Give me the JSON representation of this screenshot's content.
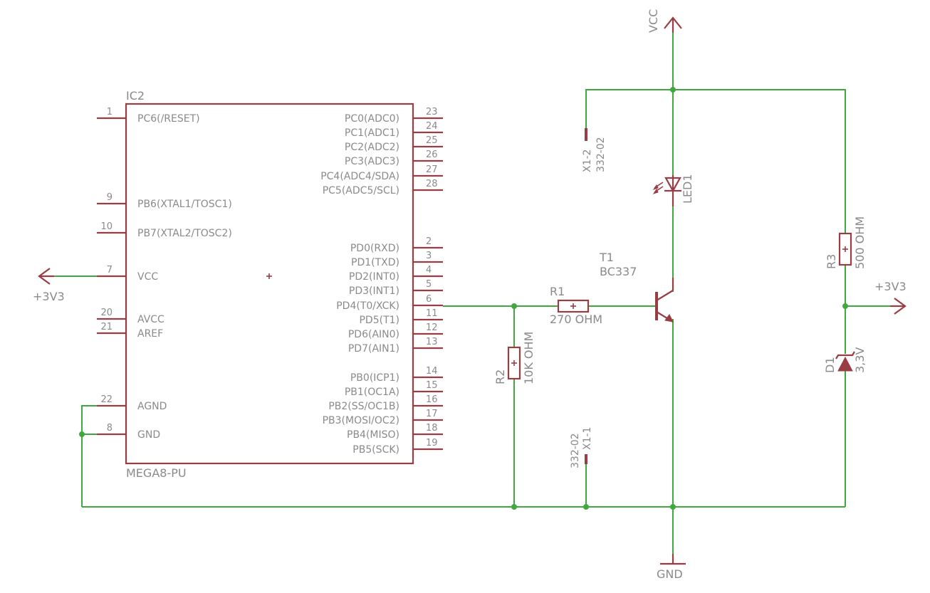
{
  "ic": {
    "name": "IC2",
    "part": "MEGA8-PU",
    "left_pins": [
      {
        "num": "1",
        "label": "PC6(/RESET)"
      },
      {
        "num": "9",
        "label": "PB6(XTAL1/TOSC1)"
      },
      {
        "num": "10",
        "label": "PB7(XTAL2/TOSC2)"
      },
      {
        "num": "7",
        "label": "VCC"
      },
      {
        "num": "20",
        "label": "AVCC"
      },
      {
        "num": "21",
        "label": "AREF"
      },
      {
        "num": "22",
        "label": "AGND"
      },
      {
        "num": "8",
        "label": "GND"
      }
    ],
    "right_pins": [
      {
        "num": "23",
        "label": "PC0(ADC0)"
      },
      {
        "num": "24",
        "label": "PC1(ADC1)"
      },
      {
        "num": "25",
        "label": "PC2(ADC2)"
      },
      {
        "num": "26",
        "label": "PC3(ADC3)"
      },
      {
        "num": "27",
        "label": "PC4(ADC4/SDA)"
      },
      {
        "num": "28",
        "label": "PC5(ADC5/SCL)"
      },
      {
        "num": "2",
        "label": "PD0(RXD)"
      },
      {
        "num": "3",
        "label": "PD1(TXD)"
      },
      {
        "num": "4",
        "label": "PD2(INT0)"
      },
      {
        "num": "5",
        "label": "PD3(INT1)"
      },
      {
        "num": "6",
        "label": "PD4(T0/XCK)"
      },
      {
        "num": "11",
        "label": "PD5(T1)"
      },
      {
        "num": "12",
        "label": "PD6(AIN0)"
      },
      {
        "num": "13",
        "label": "PD7(AIN1)"
      },
      {
        "num": "14",
        "label": "PB0(ICP1)"
      },
      {
        "num": "15",
        "label": "PB1(OC1A)"
      },
      {
        "num": "16",
        "label": "PB2(SS/OC1B)"
      },
      {
        "num": "17",
        "label": "PB3(MOSI/OC2)"
      },
      {
        "num": "18",
        "label": "PB4(MISO)"
      },
      {
        "num": "19",
        "label": "PB5(SCK)"
      }
    ]
  },
  "supply": {
    "vcc": "VCC",
    "gnd": "GND",
    "v3_left": "+3V3",
    "v3_right": "+3V3"
  },
  "r1": {
    "name": "R1",
    "value": "270 OHM"
  },
  "r2": {
    "name": "R2",
    "value": "10K OHM"
  },
  "r3": {
    "name": "R3",
    "value": "500 OHM"
  },
  "t1": {
    "name": "T1",
    "value": "BC337"
  },
  "led1": {
    "name": "LED1"
  },
  "d1": {
    "name": "D1",
    "value": "3,3V"
  },
  "x1_2": {
    "name": "X1-2",
    "value": "332-02"
  },
  "x1_1": {
    "name": "X1-1",
    "value": "332-02"
  },
  "colors": {
    "part": "#9a3c44",
    "wire": "#3fa83f",
    "text": "#8a8a8a",
    "background": "#ffffff"
  }
}
